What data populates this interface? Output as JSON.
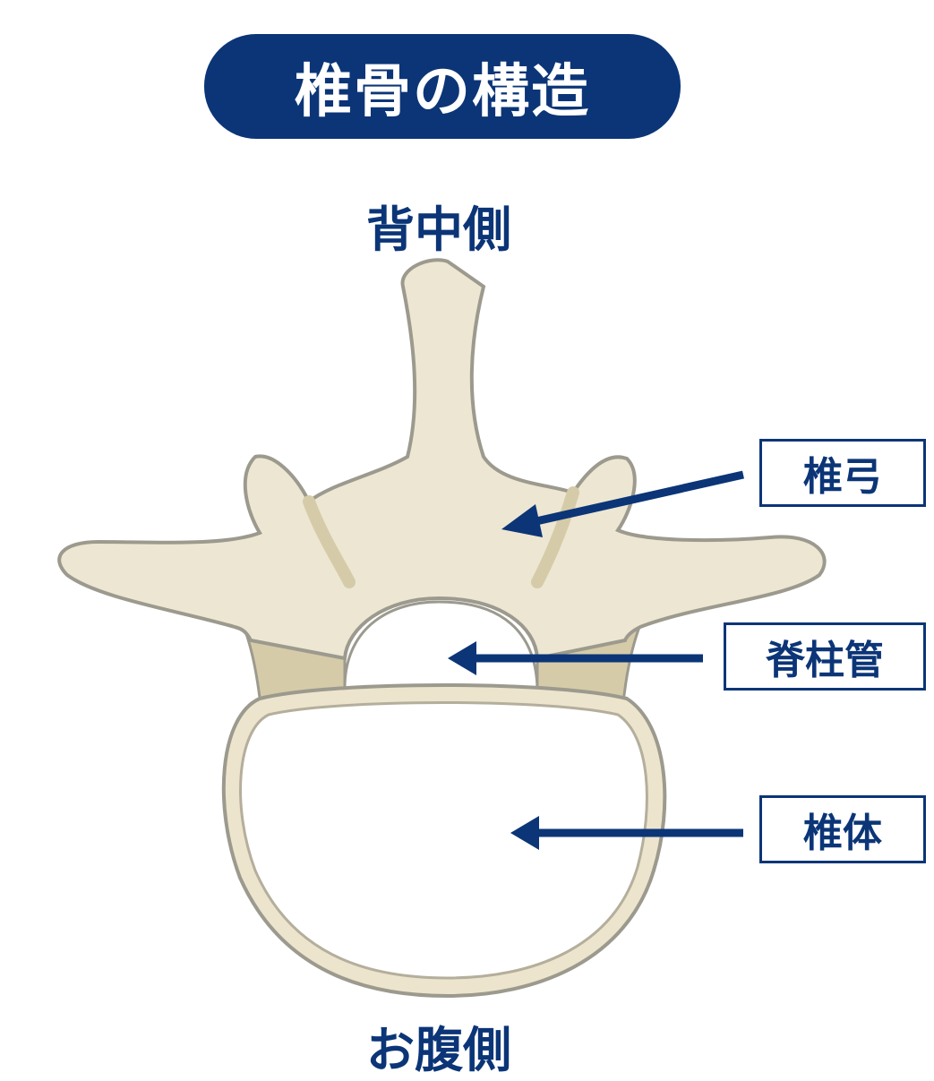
{
  "title": "椎骨の構造",
  "orientation": {
    "top": "背中側",
    "bottom": "お腹側"
  },
  "labels": {
    "arch": "椎弓",
    "canal": "脊柱管",
    "body": "椎体"
  },
  "colors": {
    "navy": "#0b3577",
    "bone": "#ede6d2",
    "bone_shade": "#d6cba8",
    "bone_outline": "#9c9a8e"
  }
}
